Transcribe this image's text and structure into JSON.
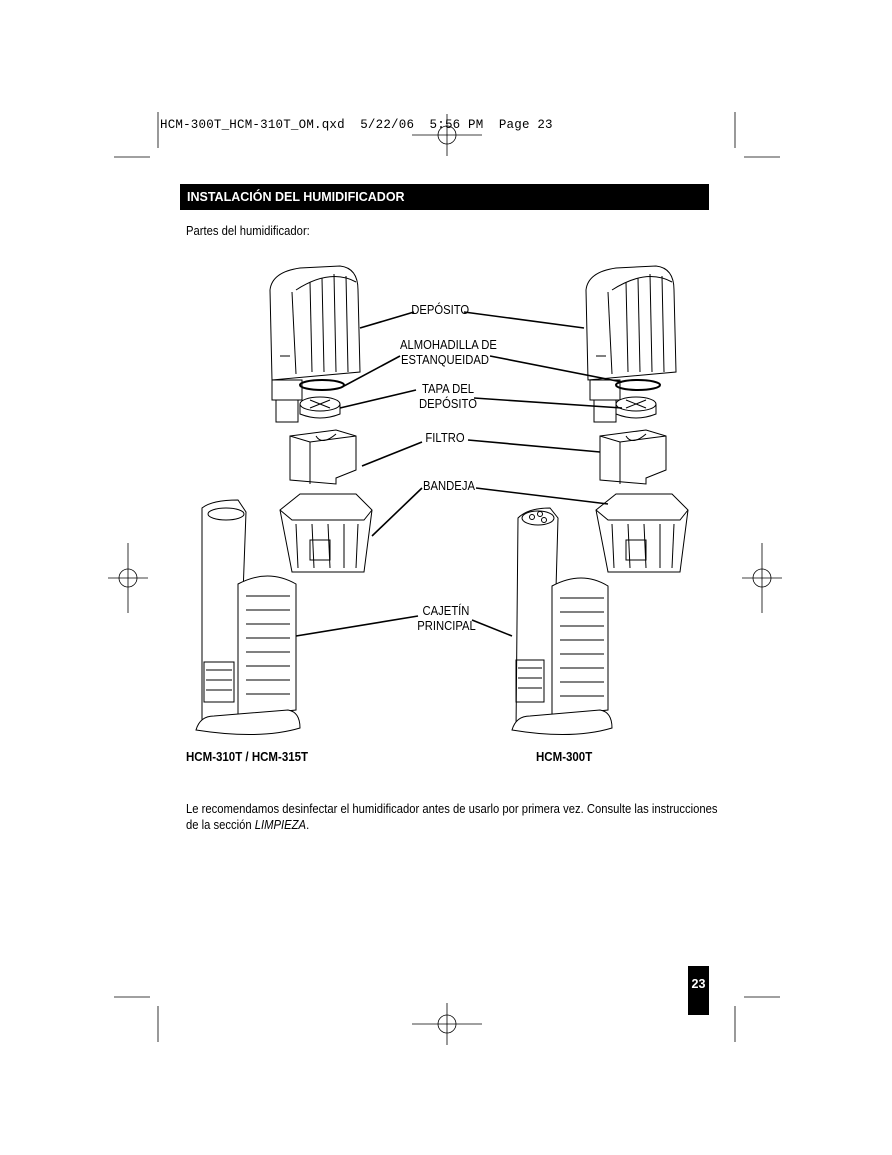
{
  "print_slug": "HCM-300T_HCM-310T_OM.qxd  5/22/06  5:56 PM  Page 23",
  "section_header": "INSTALACIÓN DEL HUMIDIFICADOR",
  "intro_text": "Partes del humidificador:",
  "labels": {
    "deposito": "DEPÓSITO",
    "almohadilla_line1": "ALMOHADILLA DE",
    "almohadilla_line2": "ESTANQUEIDAD",
    "tapa_line1": "TAPA DEL",
    "tapa_line2": "DEPÓSITO",
    "filtro": "FILTRO",
    "bandeja": "BANDEJA",
    "cajetin_line1": "CAJETÍN",
    "cajetin_line2": "PRINCIPAL"
  },
  "models": {
    "left": "HCM-310T / HCM-315T",
    "right": "HCM-300T"
  },
  "note": {
    "line1": "Le recomendamos desinfectar el humidificador antes de usarlo por primera vez. Consulte las instrucciones",
    "line2_prefix": "de la sección ",
    "line2_emphasis": "LIMPIEZA",
    "line2_suffix": "."
  },
  "page_number": "23"
}
